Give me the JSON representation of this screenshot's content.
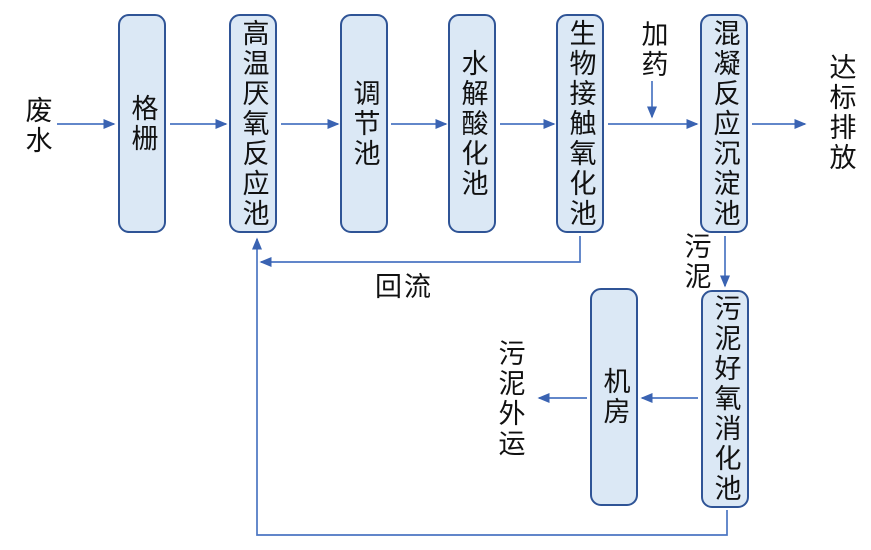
{
  "diagram": {
    "type": "process-flowchart",
    "subject": "wastewater treatment process",
    "colors": {
      "box_fill": "#dbe8f5",
      "box_border": "#2f5496",
      "connector": "#4b76c2",
      "arrowhead": "#3a63b2",
      "text": "#111111",
      "background": "#ffffff"
    },
    "boxes": [
      {
        "id": "screen",
        "label": "格栅"
      },
      {
        "id": "anaerobic",
        "label": "高温厌氧反应池"
      },
      {
        "id": "regulating",
        "label": "调节池"
      },
      {
        "id": "hydrolysis",
        "label": "水解酸化池"
      },
      {
        "id": "bio-contact",
        "label": "生物接触氧化池"
      },
      {
        "id": "coagulation",
        "label": "混凝反应沉淀池"
      },
      {
        "id": "machine-room",
        "label": "机房"
      },
      {
        "id": "sludge-digestion",
        "label": "污泥好氧消化池"
      }
    ],
    "labels": [
      {
        "id": "influent",
        "label": "废水"
      },
      {
        "id": "dosing",
        "label": "加药"
      },
      {
        "id": "discharge",
        "label": "达标排放"
      },
      {
        "id": "sludge",
        "label": "污泥"
      },
      {
        "id": "reflux",
        "label": "回流"
      },
      {
        "id": "sludge-out",
        "label": "污泥外运"
      }
    ],
    "edges": [
      {
        "from": "废水",
        "to": "格栅"
      },
      {
        "from": "格栅",
        "to": "高温厌氧反应池"
      },
      {
        "from": "高温厌氧反应池",
        "to": "调节池"
      },
      {
        "from": "调节池",
        "to": "水解酸化池"
      },
      {
        "from": "水解酸化池",
        "to": "生物接触氧化池"
      },
      {
        "from": "生物接触氧化池",
        "to": "混凝反应沉淀池"
      },
      {
        "from": "加药",
        "to": "混凝反应沉淀池进水管"
      },
      {
        "from": "混凝反应沉淀池",
        "to": "达标排放"
      },
      {
        "from": "混凝反应沉淀池",
        "to": "污泥好氧消化池",
        "label": "污泥"
      },
      {
        "from": "生物接触氧化池",
        "to": "高温厌氧反应池",
        "label": "回流"
      },
      {
        "from": "污泥好氧消化池",
        "to": "高温厌氧反应池"
      },
      {
        "from": "污泥好氧消化池",
        "to": "机房"
      },
      {
        "from": "机房",
        "to": "污泥外运"
      }
    ]
  }
}
